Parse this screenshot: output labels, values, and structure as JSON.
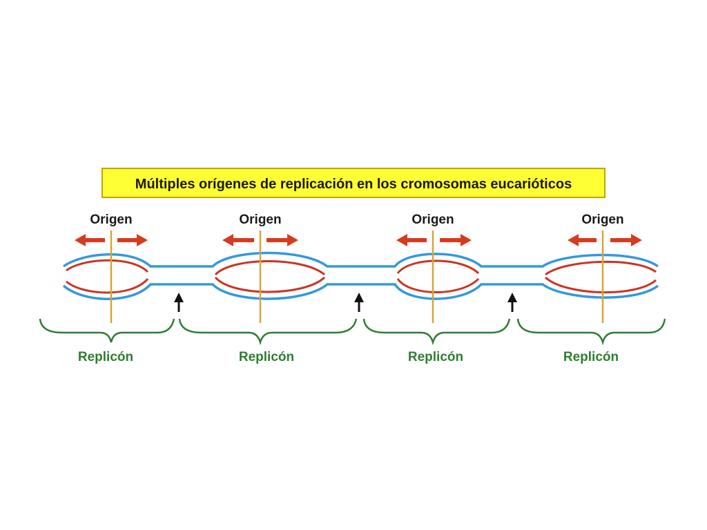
{
  "title": "Múltiples orígenes de replicación en los cromosomas eucarióticos",
  "origins": [
    {
      "label": "Origen"
    },
    {
      "label": "Origen"
    },
    {
      "label": "Origen"
    },
    {
      "label": "Origen"
    }
  ],
  "replicons": [
    {
      "label": "Replicón"
    },
    {
      "label": "Replicón"
    },
    {
      "label": "Replicón"
    },
    {
      "label": "Replicón"
    }
  ],
  "colors": {
    "title_background": "#ffff33",
    "parental_strand": "#3399dd",
    "new_strand": "#cc3322",
    "origin_line": "#d9a336",
    "fork_arrow": "#d83a1e",
    "replicon_brace": "#2e7d32",
    "terminus_arrow": "#111111"
  }
}
